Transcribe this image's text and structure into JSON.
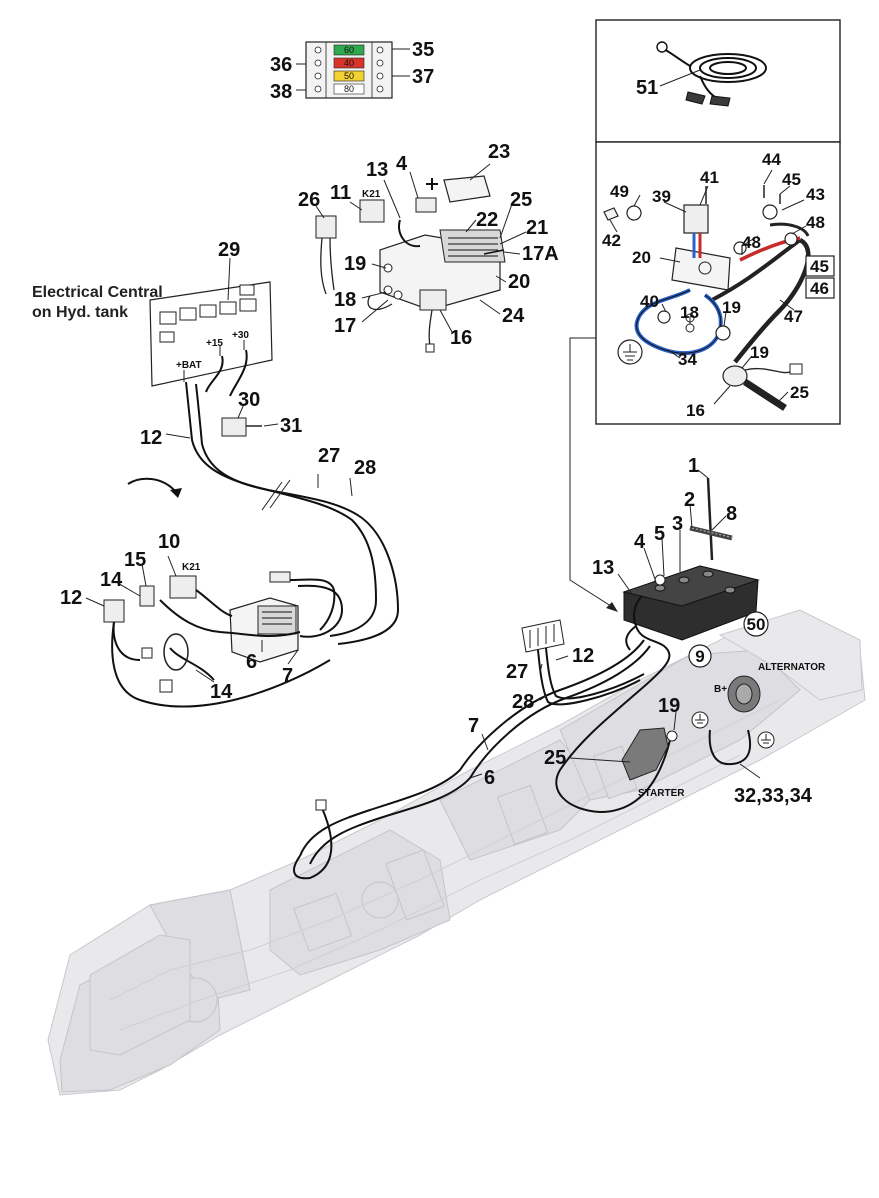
{
  "header_label": {
    "line1": "Electrical Central",
    "line2": "on Hyd. tank"
  },
  "fuse_ratings": [
    "60",
    "40",
    "50",
    "80"
  ],
  "fuse_colors": {
    "r60": "#2fa84f",
    "r40": "#d9342b",
    "r50": "#f2d230",
    "r80": "#ffffff"
  },
  "terminals": {
    "bat": "+BAT",
    "p15": "+15",
    "p30": "+30"
  },
  "relay_label": "K21",
  "component_labels": {
    "alternator": "ALTERNATOR",
    "starter": "STARTER",
    "b_plus": "B+"
  },
  "callouts": {
    "c1": "1",
    "c2": "2",
    "c3": "3",
    "c4": "4",
    "c5": "5",
    "c6": "6",
    "c7": "7",
    "c8": "8",
    "c9": "9",
    "c10": "10",
    "c11": "11",
    "c12": "12",
    "c13": "13",
    "c14": "14",
    "c15": "15",
    "c16": "16",
    "c17": "17",
    "c17a": "17A",
    "c18": "18",
    "c19": "19",
    "c20": "20",
    "c21": "21",
    "c22": "22",
    "c23": "23",
    "c24": "24",
    "c25": "25",
    "c26": "26",
    "c27": "27",
    "c28": "28",
    "c29": "29",
    "c30": "30",
    "c31": "31",
    "c32_34": "32,33,34",
    "c34": "34",
    "c35": "35",
    "c36": "36",
    "c37": "37",
    "c38": "38",
    "c39": "39",
    "c40": "40",
    "c41": "41",
    "c42": "42",
    "c43": "43",
    "c44": "44",
    "c45": "45",
    "c46": "46",
    "c47": "47",
    "c48": "48",
    "c49": "49",
    "c50": "50",
    "c51": "51"
  }
}
